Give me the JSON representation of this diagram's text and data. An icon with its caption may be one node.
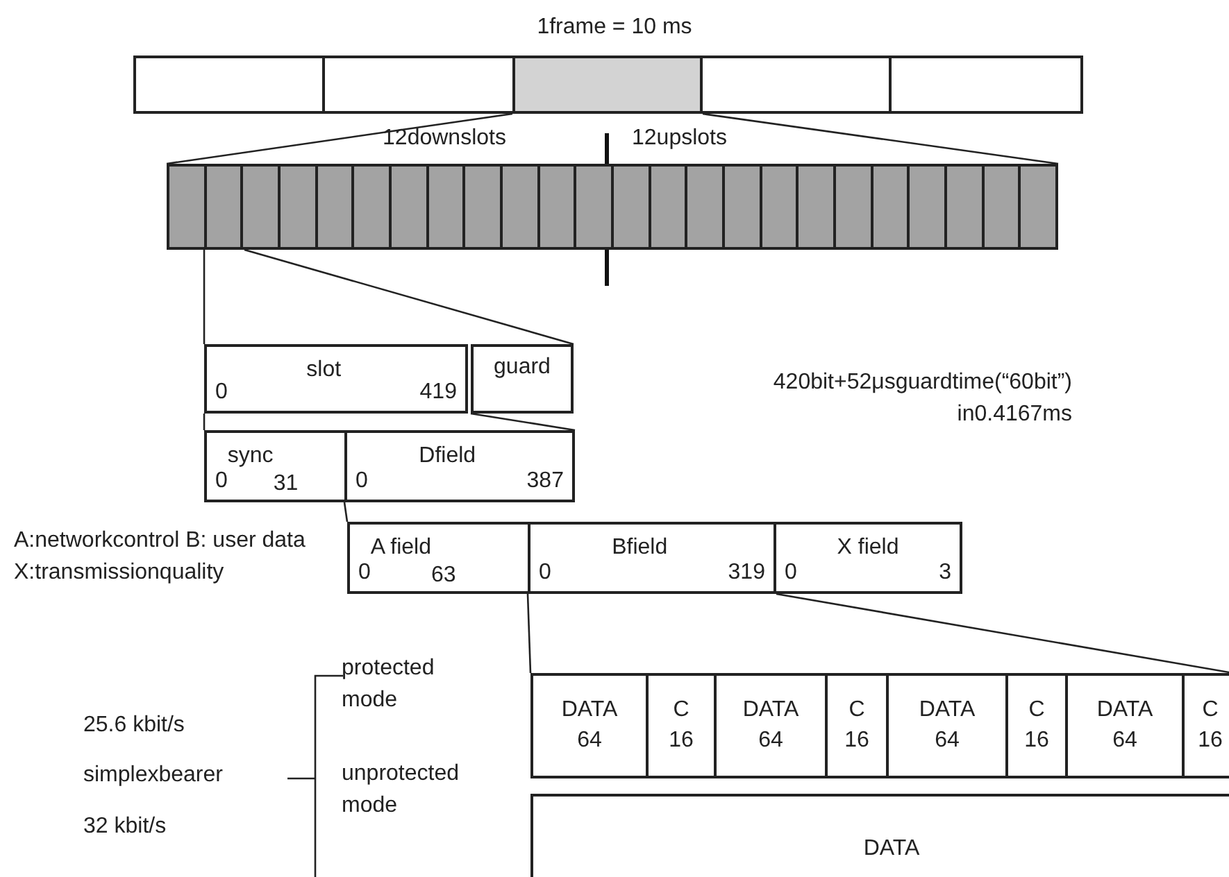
{
  "diagram": {
    "nodes": [
      {
        "text": [],
        "shape": "box"
      },
      {
        "text": [],
        "shape": "box"
      },
      {
        "text": [],
        "shape": "box"
      },
      {
        "text": [],
        "shape": "box"
      },
      {
        "text": [],
        "shape": "box"
      },
      {
        "text": [],
        "shape": "box"
      },
      {
        "text": [],
        "shape": "box"
      },
      {
        "text": [],
        "shape": "box"
      },
      {
        "text": [],
        "shape": "box"
      },
      {
        "text": [],
        "shape": "box"
      },
      {
        "text": [],
        "shape": "box"
      },
      {
        "text": [],
        "shape": "box"
      },
      {
        "text": [],
        "shape": "box"
      },
      {
        "text": [],
        "shape": "box"
      },
      {
        "text": [],
        "shape": "box"
      },
      {
        "text": [],
        "shape": "box"
      },
      {
        "text": [],
        "shape": "box"
      },
      {
        "text": [],
        "shape": "box"
      },
      {
        "text": [],
        "shape": "box"
      },
      {
        "text": [],
        "shape": "box"
      },
      {
        "text": [],
        "shape": "box"
      },
      {
        "text": [],
        "shape": "box"
      },
      {
        "text": [],
        "shape": "box"
      },
      {
        "text": [],
        "shape": "box"
      },
      {
        "text": [],
        "shape": "box"
      },
      {
        "text": [],
        "shape": "box"
      },
      {
        "text": [],
        "shape": "box"
      },
      {
        "text": [],
        "shape": "box"
      },
      {
        "text": [],
        "shape": "box"
      },
      {
        "text": [
          "0",
          "slot",
          "419"
        ]
      },
      {
        "text": [
          "guard"
        ]
      },
      {
        "text": [
          "0",
          "sync",
          "31"
        ]
      },
      {
        "text": [
          "0",
          "Dfield",
          "387"
        ]
      },
      {
        "text": [
          "0",
          "A field",
          "63"
        ]
      },
      {
        "text": [
          "0",
          "Bfield",
          "319"
        ]
      },
      {
        "text": [
          "0",
          "X field",
          "3"
        ]
      },
      {
        "text": [
          "DATA",
          "64"
        ]
      },
      {
        "text": [
          "C",
          "16"
        ]
      },
      {
        "text": [
          "DATA",
          "64"
        ]
      },
      {
        "text": [
          "C",
          "16"
        ]
      },
      {
        "text": [
          "DATA",
          "64"
        ]
      },
      {
        "text": [
          "C",
          "16"
        ]
      },
      {
        "text": [
          "DATA",
          "64"
        ]
      },
      {
        "text": [
          "C",
          "16"
        ]
      },
      {
        "text": [
          "DATA"
        ]
      }
    ],
    "edges": [
      {
        "from": 2,
        "to": 5,
        "arrow": "none"
      },
      {
        "from": 2,
        "to": 28,
        "arrow": "none"
      },
      {
        "from": 6,
        "to": 29,
        "arrow": "none"
      },
      {
        "from": 6,
        "to": 30,
        "arrow": "none"
      },
      {
        "from": 29,
        "to": 31,
        "arrow": "none"
      },
      {
        "from": 30,
        "to": 32,
        "arrow": "none"
      },
      {
        "from": 32,
        "to": 33,
        "arrow": "none"
      },
      {
        "from": 34,
        "to": 36,
        "arrow": "none"
      },
      {
        "from": 34,
        "to": 43,
        "arrow": "none"
      }
    ],
    "labels": [
      "1frame = 10 ms",
      "12downslots",
      "12upslots",
      "420bit+52μsguardtime(“60bit”) in0.4167ms",
      "A:networkcontrol B: user data X:transmissionquality",
      "25.6 kbit/s",
      "simplexbearer",
      "32 kbit/s",
      "protected mode",
      "unprotected mode"
    ]
  }
}
